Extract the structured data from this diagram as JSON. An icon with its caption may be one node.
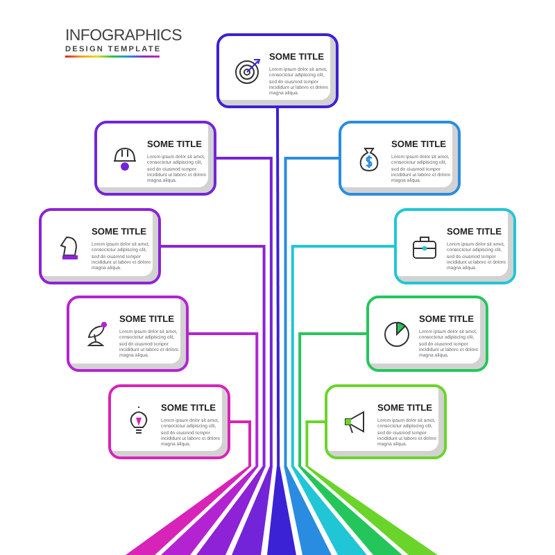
{
  "diagram": {
    "nodes": [
      {
        "text": [
          "SOME TITLE",
          "Lorem ipsum dolor sit amet, consectetur adipiscing elit, sed do eiusmod tempor incididunt ut labore et dolore magna aliqua."
        ]
      },
      {
        "text": [
          "SOME TITLE",
          "Lorem ipsum dolor sit amet, consectetur adipiscing elit, sed do eiusmod tempor incididunt ut labore et dolore magna aliqua."
        ]
      },
      {
        "text": [
          "SOME TITLE",
          "Lorem ipsum dolor sit amet, consectetur adipiscing elit, sed do eiusmod tempor incididunt ut labore et dolore magna aliqua."
        ]
      },
      {
        "text": [
          "SOME TITLE",
          "Lorem ipsum dolor sit amet, consectetur adipiscing elit, sed do eiusmod tempor incididunt ut labore et dolore magna aliqua."
        ]
      },
      {
        "text": [
          "SOME TITLE",
          "Lorem ipsum dolor sit amet, consectetur adipiscing elit, sed do eiusmod tempor incididunt ut labore et dolore magna aliqua."
        ]
      },
      {
        "text": [
          "SOME TITLE",
          "Lorem ipsum dolor sit amet, consectetur adipiscing elit, sed do eiusmod tempor incididunt ut labore et dolore magna aliqua."
        ]
      },
      {
        "text": [
          "SOME TITLE",
          "Lorem ipsum dolor sit amet, consectetur adipiscing elit, sed do eiusmod tempor incididunt ut labore et dolore magna aliqua."
        ]
      },
      {
        "text": [
          "SOME TITLE",
          "Lorem ipsum dolor sit amet, consectetur adipiscing elit, sed do eiusmod tempor incididunt ut labore et dolore magna aliqua."
        ]
      },
      {
        "text": [
          "SOME TITLE",
          "Lorem ipsum dolor sit amet, consectetur adipiscing elit, sed do eiusmod tempor incididunt ut labore et dolore magna aliqua."
        ]
      },
      {
        "text": [],
        "shape": "bar"
      },
      {
        "text": [],
        "shape": "bar"
      },
      {
        "text": [],
        "shape": "bar"
      },
      {
        "text": [],
        "shape": "bar"
      },
      {
        "text": [],
        "shape": "bar"
      },
      {
        "text": [],
        "shape": "bar"
      },
      {
        "text": [],
        "shape": "bar"
      },
      {
        "text": [],
        "shape": "bar"
      },
      {
        "text": [],
        "shape": "bar"
      }
    ],
    "edges": [
      {
        "from": 0,
        "to": 13,
        "arrow": "none",
        "color": "#3b22d4"
      },
      {
        "from": 1,
        "to": 12,
        "arrow": "none",
        "color": "#7424d8"
      },
      {
        "from": 2,
        "to": 14,
        "arrow": "none",
        "color": "#2a8ce0"
      },
      {
        "from": 3,
        "to": 11,
        "arrow": "none",
        "color": "#8d22d6"
      },
      {
        "from": 4,
        "to": 15,
        "arrow": "none",
        "color": "#20c6d6"
      },
      {
        "from": 5,
        "to": 10,
        "arrow": "none",
        "color": "#b423d2"
      },
      {
        "from": 6,
        "to": 16,
        "arrow": "none",
        "color": "#24c65c"
      },
      {
        "from": 7,
        "to": 9,
        "arrow": "none",
        "color": "#d823b8"
      },
      {
        "from": 8,
        "to": 17,
        "arrow": "none",
        "color": "#6ad42a"
      }
    ],
    "labels": [
      "INFOGRAPHICS",
      "DESIGN TEMPLATE"
    ]
  }
}
